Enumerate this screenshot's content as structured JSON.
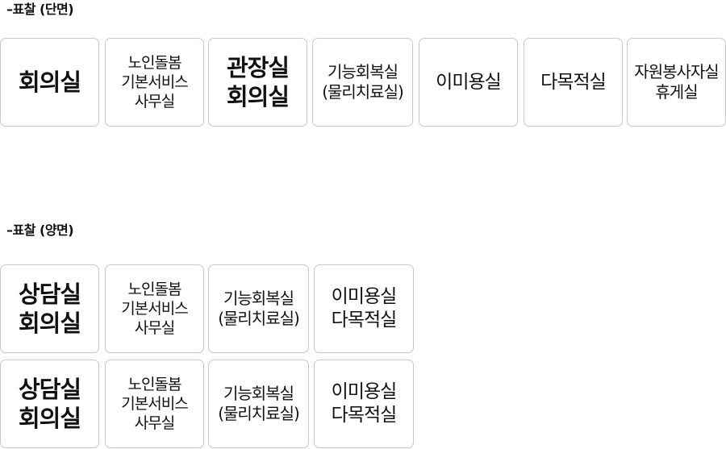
{
  "sections": [
    {
      "title": "–표찰 (단면)",
      "cards": [
        {
          "lines": [
            "회의실"
          ]
        },
        {
          "lines": [
            "노인돌봄",
            "기본서비스",
            "사무실"
          ]
        },
        {
          "lines": [
            "관장실",
            "회의실"
          ]
        },
        {
          "lines": [
            "기능회복실",
            "(물리치료실)"
          ]
        },
        {
          "lines": [
            "이미용실"
          ]
        },
        {
          "lines": [
            "다목적실"
          ]
        },
        {
          "lines": [
            "자원봉사자실",
            "휴게실"
          ]
        }
      ]
    },
    {
      "title": "–표찰 (양면)",
      "rows": [
        [
          {
            "lines": [
              "상담실",
              "회의실"
            ]
          },
          {
            "lines": [
              "노인돌봄",
              "기본서비스",
              "사무실"
            ]
          },
          {
            "lines": [
              "기능회복실",
              "(물리치료실)"
            ]
          },
          {
            "lines": [
              "이미용실",
              "다목적실"
            ]
          }
        ],
        [
          {
            "lines": [
              "상담실",
              "회의실"
            ]
          },
          {
            "lines": [
              "노인돌봄",
              "기본서비스",
              "사무실"
            ]
          },
          {
            "lines": [
              "기능회복실",
              "(물리치료실)"
            ]
          },
          {
            "lines": [
              "이미용실",
              "다목적실"
            ]
          }
        ]
      ]
    }
  ]
}
